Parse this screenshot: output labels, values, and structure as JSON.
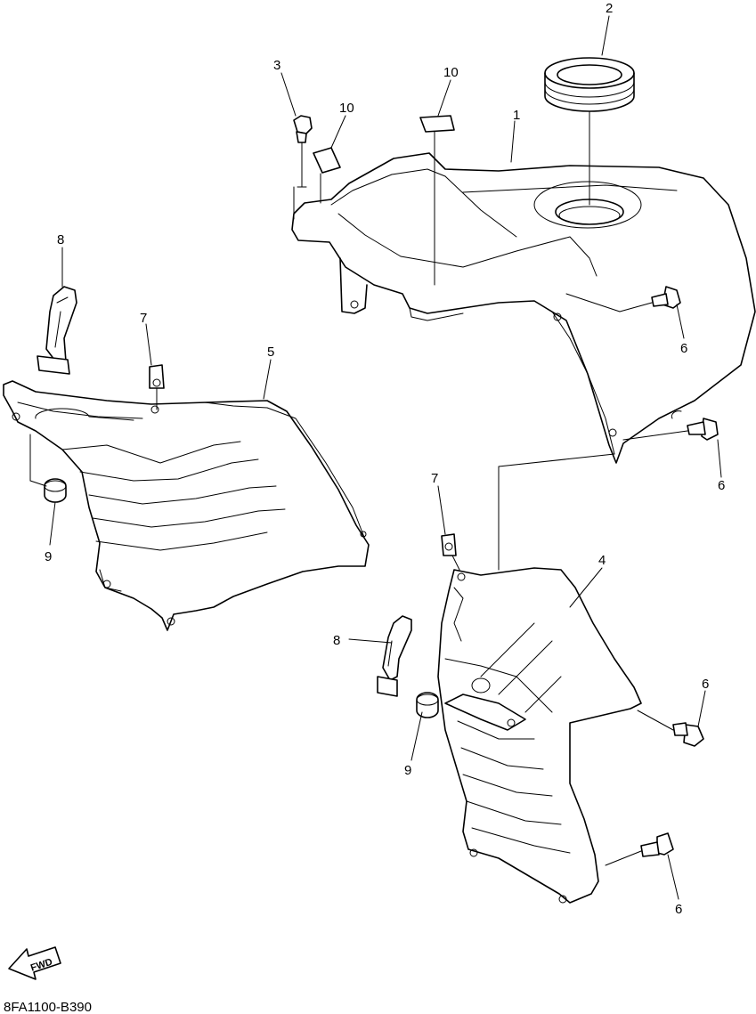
{
  "callouts": [
    {
      "id": "c2",
      "text": "2"
    },
    {
      "id": "c3",
      "text": "3"
    },
    {
      "id": "c10a",
      "text": "10"
    },
    {
      "id": "c10b",
      "text": "10"
    },
    {
      "id": "c1",
      "text": "1"
    },
    {
      "id": "c8a",
      "text": "8"
    },
    {
      "id": "c7a",
      "text": "7"
    },
    {
      "id": "c5",
      "text": "5"
    },
    {
      "id": "c6a",
      "text": "6"
    },
    {
      "id": "c6b",
      "text": "6"
    },
    {
      "id": "c9a",
      "text": "9"
    },
    {
      "id": "c7b",
      "text": "7"
    },
    {
      "id": "c4",
      "text": "4"
    },
    {
      "id": "c8b",
      "text": "8"
    },
    {
      "id": "c6c",
      "text": "6"
    },
    {
      "id": "c9b",
      "text": "9"
    },
    {
      "id": "c6d",
      "text": "6"
    }
  ],
  "fwd_label": "FWD",
  "diagram_code": "8FA1100-B390"
}
